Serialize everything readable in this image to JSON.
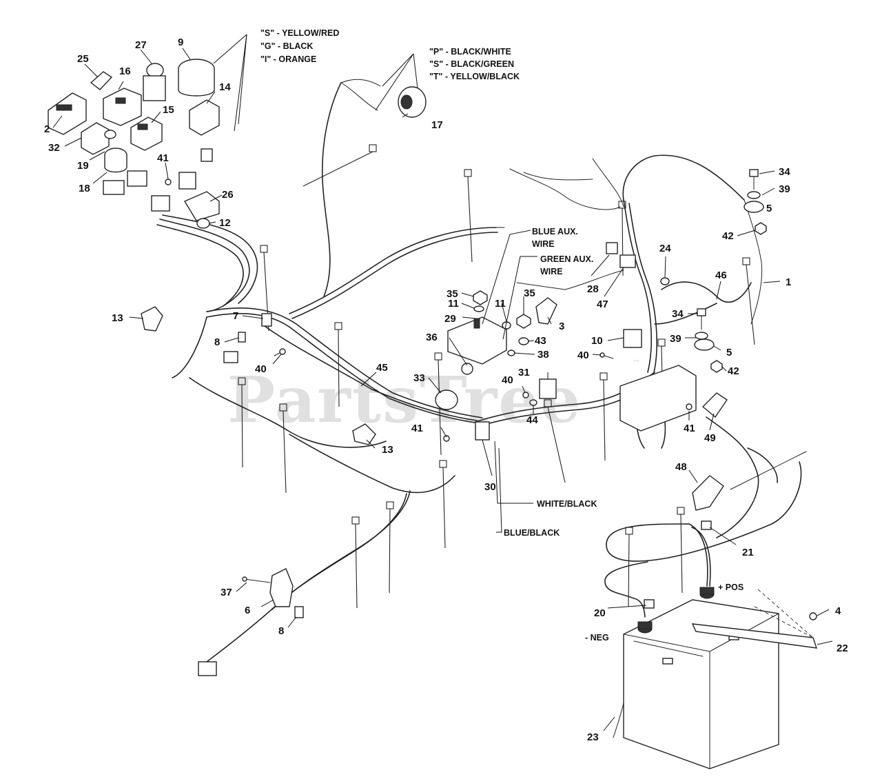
{
  "watermark": {
    "text": "PartsTree",
    "tm": "™"
  },
  "callouts": {
    "c1": "1",
    "c2": "2",
    "c3": "3",
    "c4": "4",
    "c5a": "5",
    "c5b": "5",
    "c6": "6",
    "c7": "7",
    "c8a": "8",
    "c8b": "8",
    "c9": "9",
    "c10": "10",
    "c11a": "11",
    "c11b": "11",
    "c12": "12",
    "c13a": "13",
    "c13b": "13",
    "c14": "14",
    "c15": "15",
    "c16": "16",
    "c17": "17",
    "c18": "18",
    "c19": "19",
    "c20": "20",
    "c21": "21",
    "c22": "22",
    "c23": "23",
    "c24": "24",
    "c25": "25",
    "c26": "26",
    "c27": "27",
    "c28": "28",
    "c29": "29",
    "c30": "30",
    "c31": "31",
    "c32": "32",
    "c33": "33",
    "c34a": "34",
    "c34b": "34",
    "c35a": "35",
    "c35b": "35",
    "c36": "36",
    "c37": "37",
    "c38": "38",
    "c39a": "39",
    "c39b": "39",
    "c40a": "40",
    "c40b": "40",
    "c40c": "40",
    "c41a": "41",
    "c41b": "41",
    "c41c": "41",
    "c42a": "42",
    "c42b": "42",
    "c43": "43",
    "c44": "44",
    "c45": "45",
    "c46": "46",
    "c47": "47",
    "c48": "48",
    "c49": "49"
  },
  "notes": {
    "s_yellow_red": "\"S\" - YELLOW/RED",
    "g_black": "\"G\" - BLACK",
    "i_orange": "\"I\" - ORANGE",
    "p_black_white": "\"P\" - BLACK/WHITE",
    "s_black_green": "\"S\" - BLACK/GREEN",
    "t_yellow_black": "\"T\" - YELLOW/BLACK",
    "blue_aux_1": "BLUE AUX.",
    "blue_aux_2": "WIRE",
    "green_aux_1": "GREEN AUX.",
    "green_aux_2": "WIRE",
    "white_black": "WHITE/BLACK",
    "blue_black": "BLUE/BLACK",
    "pos": "+ POS",
    "neg": "- NEG"
  }
}
